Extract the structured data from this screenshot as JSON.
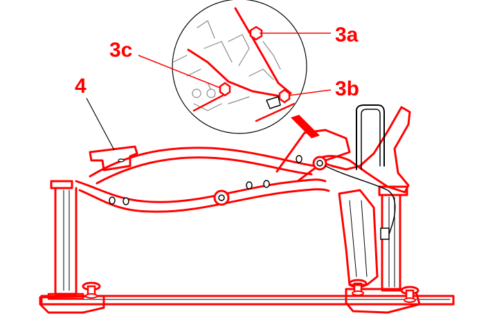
{
  "diagram": {
    "callouts": {
      "label_3a": "3a",
      "label_3b": "3b",
      "label_3c": "3c",
      "label_4": "4"
    },
    "colors": {
      "highlight": "#ff0000",
      "line": "#000000",
      "detail_gray": "#888888",
      "background": "#ffffff"
    }
  }
}
